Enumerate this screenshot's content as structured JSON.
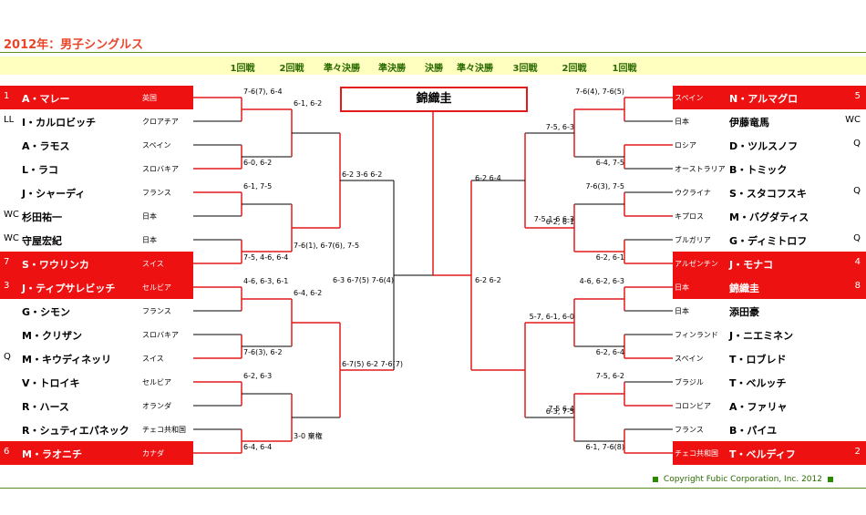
{
  "title": "2012年：男子シングルス",
  "round_labels": [
    "1回戦",
    "2回戦",
    "準々決勝",
    "準決勝",
    "決勝",
    "準々決勝",
    "3回戦",
    "2回戦",
    "1回戦"
  ],
  "winner": "錦織圭",
  "left_players": [
    {
      "seed": "1",
      "name": "A・マレー",
      "country": "英国",
      "highlight": true
    },
    {
      "seed": "LL",
      "name": "I・カルロビッチ",
      "country": "クロアチア",
      "highlight": false
    },
    {
      "seed": "",
      "name": "A・ラモス",
      "country": "スペイン",
      "highlight": false
    },
    {
      "seed": "",
      "name": "L・ラコ",
      "country": "スロバキア",
      "highlight": false
    },
    {
      "seed": "",
      "name": "J・シャーディ",
      "country": "フランス",
      "highlight": false
    },
    {
      "seed": "WC",
      "name": "杉田祐一",
      "country": "日本",
      "highlight": false
    },
    {
      "seed": "WC",
      "name": "守屋宏紀",
      "country": "日本",
      "highlight": false
    },
    {
      "seed": "7",
      "name": "S・ワウリンカ",
      "country": "スイス",
      "highlight": true
    },
    {
      "seed": "3",
      "name": "J・ティプサレビッチ",
      "country": "セルビア",
      "highlight": true
    },
    {
      "seed": "",
      "name": "G・シモン",
      "country": "フランス",
      "highlight": false
    },
    {
      "seed": "",
      "name": "M・クリザン",
      "country": "スロバキア",
      "highlight": false
    },
    {
      "seed": "Q",
      "name": "M・キウディネッリ",
      "country": "スイス",
      "highlight": false
    },
    {
      "seed": "",
      "name": "V・トロイキ",
      "country": "セルビア",
      "highlight": false
    },
    {
      "seed": "",
      "name": "R・ハース",
      "country": "オランダ",
      "highlight": false
    },
    {
      "seed": "",
      "name": "R・シュティエパネック",
      "country": "チェコ共和国",
      "highlight": false
    },
    {
      "seed": "6",
      "name": "M・ラオニチ",
      "country": "カナダ",
      "highlight": true
    }
  ],
  "right_players": [
    {
      "seed": "5",
      "name": "N・アルマグロ",
      "country": "スペイン",
      "highlight": true
    },
    {
      "seed": "WC",
      "name": "伊藤竜馬",
      "country": "日本",
      "highlight": false
    },
    {
      "seed": "Q",
      "name": "D・ツルスノフ",
      "country": "ロシア",
      "highlight": false
    },
    {
      "seed": "",
      "name": "B・トミック",
      "country": "オーストラリア",
      "highlight": false
    },
    {
      "seed": "Q",
      "name": "S・スタコフスキ",
      "country": "ウクライナ",
      "highlight": false
    },
    {
      "seed": "",
      "name": "M・バグダティス",
      "country": "キプロス",
      "highlight": false
    },
    {
      "seed": "Q",
      "name": "G・ディミトロフ",
      "country": "ブルガリア",
      "highlight": false
    },
    {
      "seed": "4",
      "name": "J・モナコ",
      "country": "アルゼンチン",
      "highlight": true
    },
    {
      "seed": "8",
      "name": "錦織圭",
      "country": "日本",
      "highlight": true
    },
    {
      "seed": "",
      "name": "添田豪",
      "country": "日本",
      "highlight": false
    },
    {
      "seed": "",
      "name": "J・ニエミネン",
      "country": "フィンランド",
      "highlight": false
    },
    {
      "seed": "",
      "name": "T・ロブレド",
      "country": "スペイン",
      "highlight": false
    },
    {
      "seed": "",
      "name": "T・ベルッチ",
      "country": "ブラジル",
      "highlight": false
    },
    {
      "seed": "",
      "name": "A・ファリャ",
      "country": "コロンビア",
      "highlight": false
    },
    {
      "seed": "",
      "name": "B・パイユ",
      "country": "フランス",
      "highlight": false
    },
    {
      "seed": "2",
      "name": "T・ベルディフ",
      "country": "チェコ共和国",
      "highlight": true
    }
  ],
  "left_scores_r1": [
    "7-6(7), 6-4",
    "6-0, 6-2",
    "6-1, 7-5",
    "7-5, 4-6, 6-4",
    "4-6, 6-3, 6-1",
    "7-6(3), 6-2",
    "6-2, 6-3",
    "6-4, 6-4"
  ],
  "left_scores_r2": [
    "6-1, 6-2",
    "7-6(1), 6-7(6), 7-5",
    "6-4, 6-2",
    "3-0 棄権"
  ],
  "left_scores_qf": [
    "6-2 3-6 6-2",
    "6-7(5) 6-2 7-6(7)"
  ],
  "left_score_sf": "6-3 6-7(5) 7-6(4)",
  "final_score": "6-2 6-2",
  "right_score_sf": "6-2 6-4",
  "right_scores_qf": [
    "7-5 1-6 6-3",
    "7-5 6-4"
  ],
  "right_scores_r2": [
    "7-5, 6-3",
    "6-2, 6-1",
    "5-7, 6-1, 6-0",
    "6-3, 7-5"
  ],
  "right_scores_r1": [
    "7-6(4), 7-6(5)",
    "6-4, 7-5",
    "7-6(3), 7-5",
    "6-2, 6-1",
    "4-6, 6-2, 6-3",
    "6-2, 6-4",
    "7-5, 6-2",
    "6-1, 7-6(8)"
  ],
  "colors": {
    "accent": "#ee1111",
    "line": "#e21a1a",
    "title": "#e8452a",
    "green": "#2b6b00",
    "band": "#ffffc0"
  },
  "copyright": "Copyright  Fubic Corporation, Inc. 2012"
}
